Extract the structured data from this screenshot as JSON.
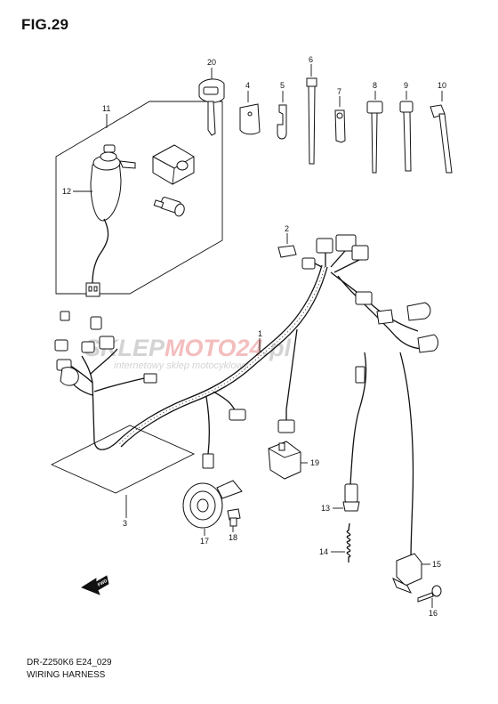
{
  "figure": {
    "title": "FIG.29",
    "model_code": "DR-Z250K6 E24_029",
    "caption": "WIRING HARNESS"
  },
  "watermark": {
    "brand_left": "SKLEP",
    "brand_mid": "MOTO",
    "brand_right": "24",
    "brand_tld": ".pl",
    "tagline": "internetowy sklep motocyklowy",
    "color_dark": "#cfcfcf",
    "color_accent": "#f2b8b8"
  },
  "fwd_arrow": {
    "label": "FWD"
  },
  "callouts": [
    {
      "num": "1"
    },
    {
      "num": "2"
    },
    {
      "num": "3"
    },
    {
      "num": "4"
    },
    {
      "num": "5"
    },
    {
      "num": "6"
    },
    {
      "num": "7"
    },
    {
      "num": "8"
    },
    {
      "num": "9"
    },
    {
      "num": "10"
    },
    {
      "num": "11"
    },
    {
      "num": "12"
    },
    {
      "num": "13"
    },
    {
      "num": "14"
    },
    {
      "num": "15"
    },
    {
      "num": "16"
    },
    {
      "num": "17"
    },
    {
      "num": "18"
    },
    {
      "num": "19"
    },
    {
      "num": "20"
    }
  ]
}
